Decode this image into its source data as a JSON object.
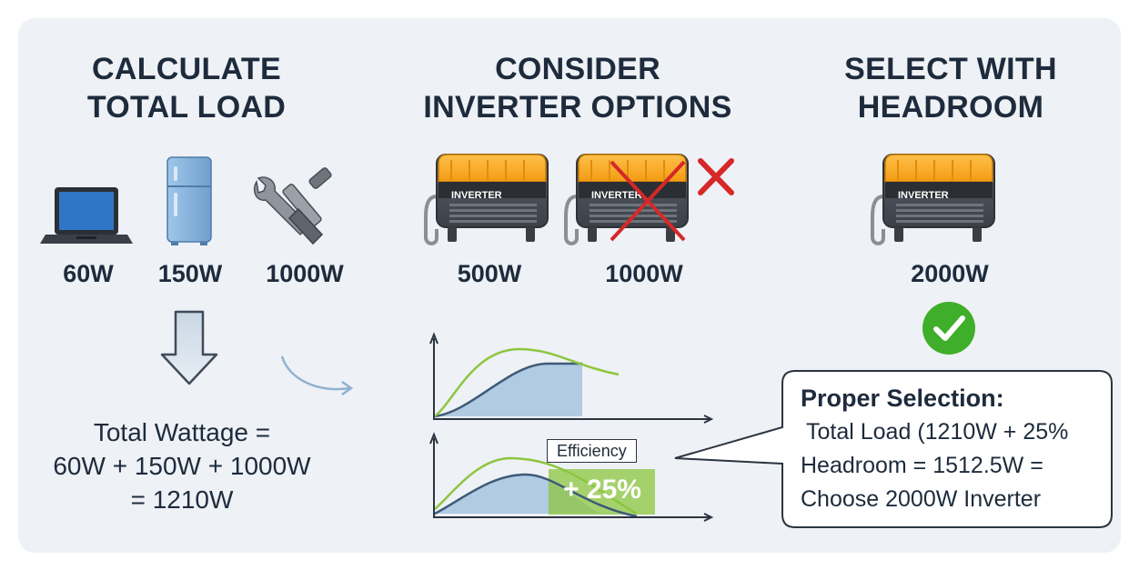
{
  "columns": [
    {
      "heading": [
        "CALCULATE",
        "TOTAL LOAD"
      ],
      "icons": [
        "laptop-icon",
        "refrigerator-icon",
        "power-tools-icon"
      ],
      "watts": [
        "60W",
        "150W",
        "1000W"
      ]
    },
    {
      "heading": [
        "CONSIDER",
        "INVERTER OPTIONS"
      ],
      "inverters": [
        {
          "label": "INVERTER",
          "watt": "500W",
          "rejected": false
        },
        {
          "label": "INVERTER",
          "watt": "1000W",
          "rejected": true
        }
      ]
    },
    {
      "heading": [
        "SELECT WITH",
        "HEADROOM"
      ],
      "inverter": {
        "label": "INVERTER",
        "watt": "2000W"
      }
    }
  ],
  "formula": [
    "Total Wattage =",
    "60W + 150W + 1000W",
    "= 1210W"
  ],
  "efficiency": {
    "label": "Efficiency",
    "value": "+ 25%"
  },
  "callout": {
    "title": "Proper Selection:",
    "lines": [
      "Total Load (1210W + 25%",
      "Headroom = 1512.5W =",
      "Choose 2000W Inverter"
    ]
  },
  "colors": {
    "panel": "#eef1f5",
    "inverter_top": "#f5a623",
    "inverter_body": "#4c5159",
    "reject": "#d62828",
    "accept": "#3fae2a",
    "curve_fill": "#a9c7e0",
    "curve_green": "#8cc63f"
  }
}
